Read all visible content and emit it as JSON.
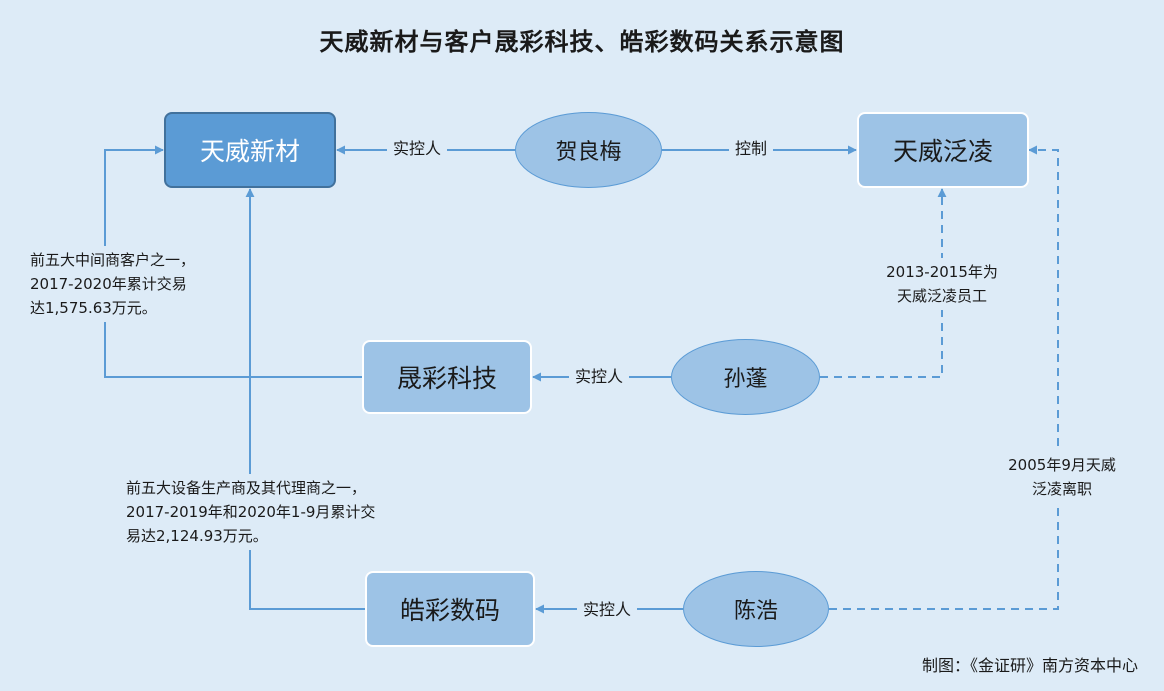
{
  "title": "天威新材与客户晟彩科技、皓彩数码关系示意图",
  "nodes": {
    "tianwei_xincai": "天威新材",
    "tianwei_fanling": "天威泛凌",
    "shengcai": "晟彩科技",
    "haocai": "皓彩数码"
  },
  "people": {
    "he_liangmei": "贺良梅",
    "sun_peng": "孙蓬",
    "chen_hao": "陈浩"
  },
  "edge_labels": {
    "he_to_tianwei": "实控人",
    "he_to_fanling": "控制",
    "sun_to_shengcai": "实控人",
    "chen_to_haocai": "实控人"
  },
  "notes": {
    "shengcai_client": [
      "前五大中间商客户之一，",
      "2017-2020年累计交易",
      "达1,575.63万元。"
    ],
    "haocai_client": [
      "前五大设备生产商及其代理商之一，",
      "2017-2019年和2020年1-9月累计交",
      "易达2,124.93万元。"
    ],
    "sun_employee": [
      "2013-2015年为",
      "天威泛凌员工"
    ],
    "chen_resign": [
      "2005年9月天威",
      "泛凌离职"
    ]
  },
  "credit": "制图：《金证研》南方资本中心",
  "colors": {
    "background": "#ddebf7",
    "line": "#5b9bd5",
    "dark_node": "#5b9bd5",
    "light_node": "#9dc3e6"
  }
}
